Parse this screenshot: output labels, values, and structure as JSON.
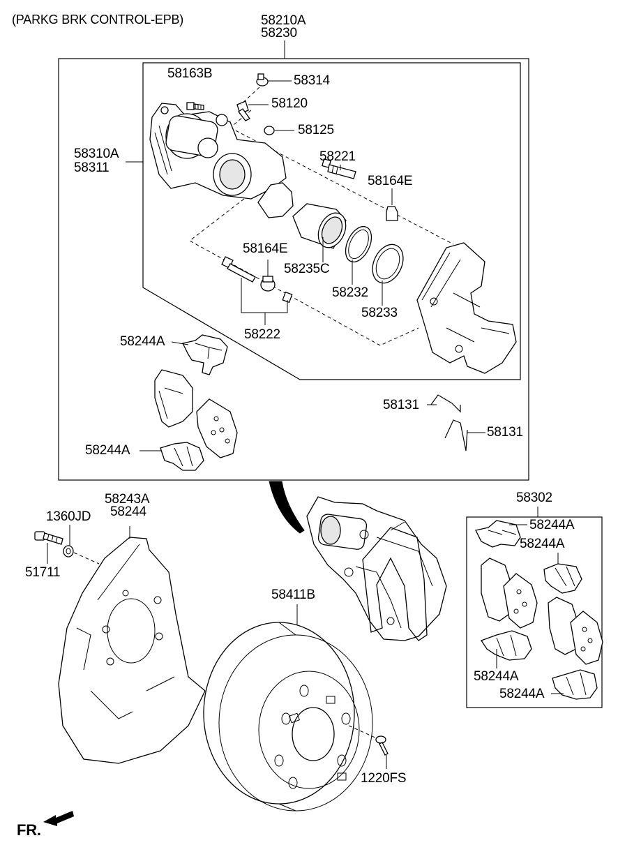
{
  "diagram": {
    "title": "(PARKG BRK CONTROL-EPB)",
    "orientation_label": "FR.",
    "callouts": {
      "assy_top_1": "58210A",
      "assy_top_2": "58230",
      "caliper_1": "58310A",
      "caliper_2": "58311",
      "bolt_58163b": "58163B",
      "cap_58314": "58314",
      "bleeder_58120": "58120",
      "cap_58125": "58125",
      "pin_58221": "58221",
      "boot_58164e_right": "58164E",
      "boot_58164e_left": "58164E",
      "piston_58235c": "58235C",
      "seal_58232": "58232",
      "boot_58233": "58233",
      "pin_58222": "58222",
      "clip_58244a_upper": "58244A",
      "clip_58244a_lower": "58244A",
      "spring_58131_upper": "58131",
      "spring_58131_lower": "58131",
      "shield_1": "58243A",
      "shield_2": "58244",
      "washer_1360jd": "1360JD",
      "bolt_51711": "51711",
      "disc_58411b": "58411B",
      "screw_1220fs": "1220FS",
      "pad_kit_58302": "58302",
      "kit_58244a_1": "58244A",
      "kit_58244a_2": "58244A",
      "kit_58244a_3": "58244A",
      "kit_58244a_4": "58244A"
    },
    "icons": [
      "fr-arrow-icon",
      "curved-direction-arrow-icon"
    ]
  }
}
